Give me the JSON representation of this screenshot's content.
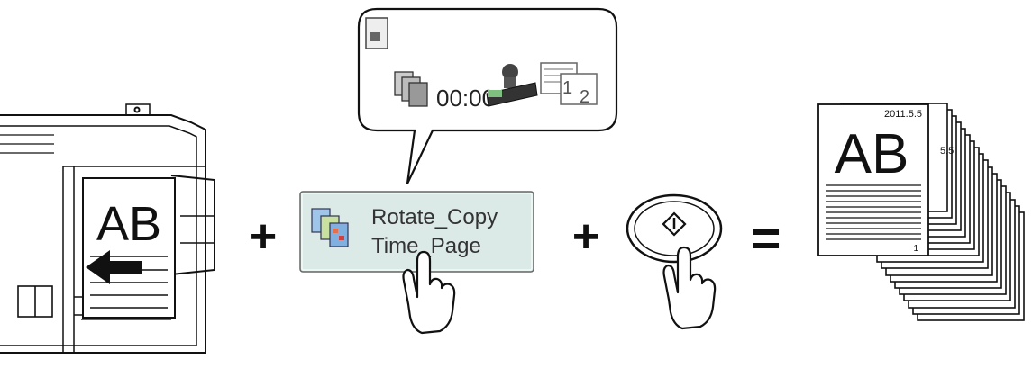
{
  "scanner": {
    "doc_label": "AB"
  },
  "operators": {
    "plus1": "+",
    "plus2": "+",
    "equals": "="
  },
  "balloon": {
    "time_text": "00:00",
    "page_num_1": "1",
    "page_num_2": "2"
  },
  "function_button": {
    "line1": "Rotate_Copy",
    "line2": "Time_Page"
  },
  "output": {
    "date": "2011.5.5",
    "doc_label": "AB",
    "page_number": "1",
    "partial_date": "5.5"
  },
  "colors": {
    "button_fill": "#dbe9e7",
    "line": "#111111"
  }
}
